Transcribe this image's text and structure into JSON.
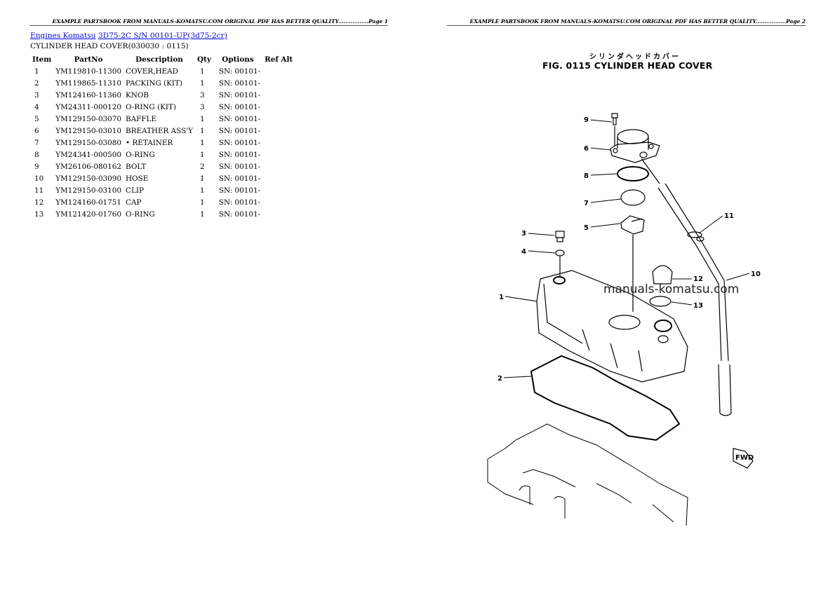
{
  "pages": [
    {
      "header": "EXAMPLE PARTSBOOK FROM MANUALS-KOMATSU.COM ORIGINAL PDF HAS BETTER QUALITY.................Page 1"
    },
    {
      "header": "EXAMPLE PARTSBOOK FROM MANUALS-KOMATSU.COM ORIGINAL PDF HAS BETTER QUALITY.................Page 2"
    }
  ],
  "breadcrumb": {
    "link1": "Engines Komatsu",
    "link2": "3D75-2C S/N 00101-UP(3d75-2cr)"
  },
  "section_title": "CYLINDER HEAD COVER(030030 : 0115)",
  "table": {
    "headers": [
      "Item",
      "PartNo",
      "Description",
      "Qty",
      "Options",
      "Ref Alt"
    ],
    "rows": [
      {
        "item": "1",
        "part": "YM119810-11300",
        "desc": "COVER,HEAD",
        "qty": "1",
        "opt": "SN: 00101-"
      },
      {
        "item": "2",
        "part": "YM119865-11310",
        "desc": "PACKING (KIT)",
        "qty": "1",
        "opt": "SN: 00101-"
      },
      {
        "item": "3",
        "part": "YM124160-11360",
        "desc": "KNOB",
        "qty": "3",
        "opt": "SN: 00101-"
      },
      {
        "item": "4",
        "part": "YM24311-000120",
        "desc": "O-RING (KIT)",
        "qty": "3",
        "opt": "SN: 00101-"
      },
      {
        "item": "5",
        "part": "YM129150-03070",
        "desc": "BAFFLE",
        "qty": "1",
        "opt": "SN: 00101-"
      },
      {
        "item": "6",
        "part": "YM129150-03010",
        "desc": "BREATHER ASS'Y",
        "qty": "1",
        "opt": "SN: 00101-"
      },
      {
        "item": "7",
        "part": "YM129150-03080",
        "desc": "• RETAINER",
        "qty": "1",
        "opt": "SN: 00101-"
      },
      {
        "item": "8",
        "part": "YM24341-000500",
        "desc": "O-RING",
        "qty": "1",
        "opt": "SN: 00101-"
      },
      {
        "item": "9",
        "part": "YM26106-080162",
        "desc": "BOLT",
        "qty": "2",
        "opt": "SN: 00101-"
      },
      {
        "item": "10",
        "part": "YM129150-03090",
        "desc": "HOSE",
        "qty": "1",
        "opt": "SN: 00101-"
      },
      {
        "item": "11",
        "part": "YM129150-03100",
        "desc": "CLIP",
        "qty": "1",
        "opt": "SN: 00101-"
      },
      {
        "item": "12",
        "part": "YM124160-01751",
        "desc": "CAP",
        "qty": "1",
        "opt": "SN: 00101-"
      },
      {
        "item": "13",
        "part": "YM121420-01760",
        "desc": "O-RING",
        "qty": "1",
        "opt": "SN: 00101-"
      }
    ]
  },
  "figure": {
    "japanese_title": "シリンダヘッドカバー",
    "title": "FIG. 0115  CYLINDER HEAD COVER",
    "watermark": "manuals-komatsu.com",
    "fwd_label": "FWD",
    "callouts": [
      "1",
      "2",
      "3",
      "4",
      "5",
      "6",
      "7",
      "8",
      "9",
      "10",
      "11",
      "12",
      "13"
    ]
  }
}
